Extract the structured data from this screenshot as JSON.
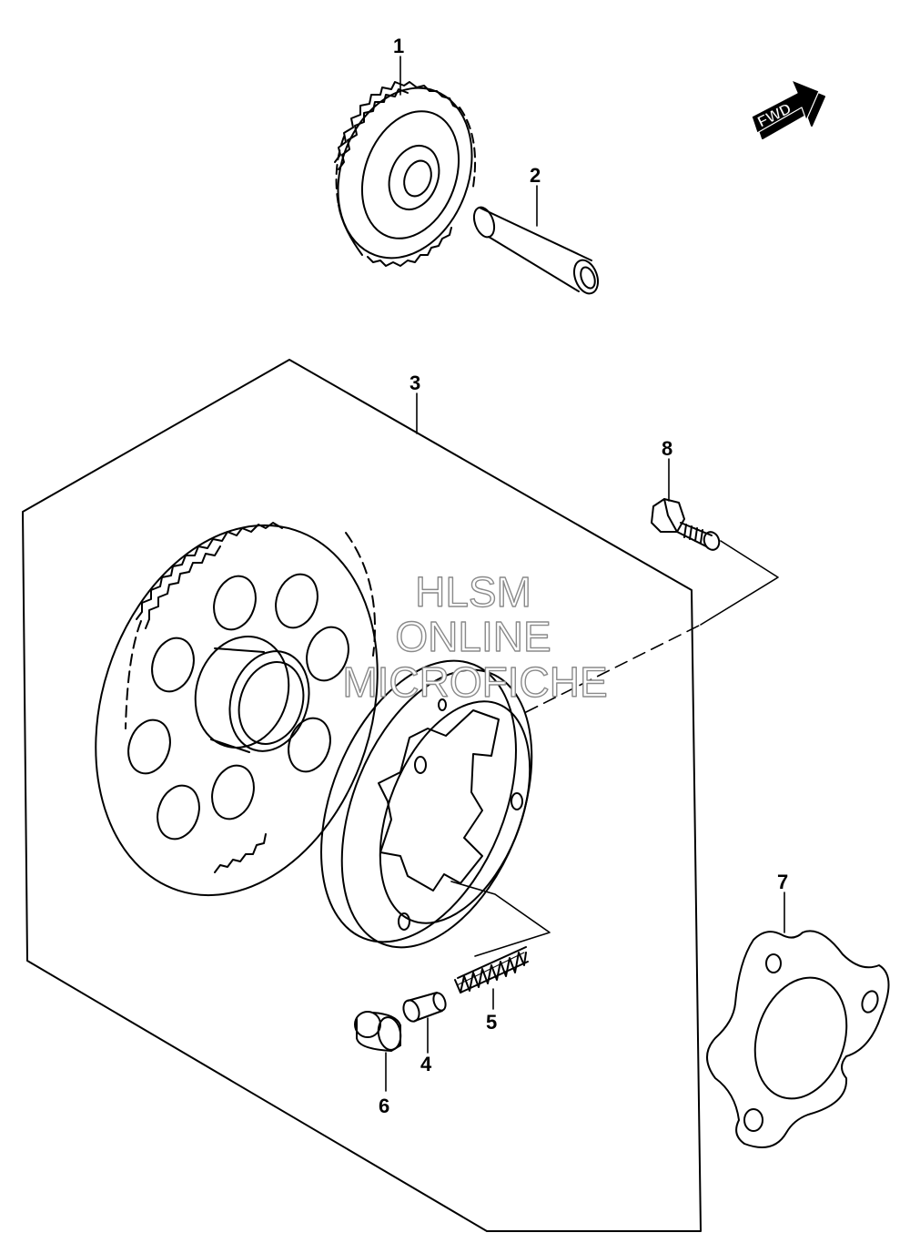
{
  "diagram": {
    "direction_badge": "FWD",
    "watermark": [
      "HLSM",
      "ONLINE",
      "MICROFICHE"
    ],
    "callouts": [
      {
        "id": "1",
        "label": "1",
        "part": "starter-idle-gear"
      },
      {
        "id": "2",
        "label": "2",
        "part": "idle-gear-shaft"
      },
      {
        "id": "3",
        "label": "3",
        "part": "starter-clutch-assembly"
      },
      {
        "id": "4",
        "label": "4",
        "part": "clutch-pin"
      },
      {
        "id": "5",
        "label": "5",
        "part": "clutch-spring"
      },
      {
        "id": "6",
        "label": "6",
        "part": "clutch-roller"
      },
      {
        "id": "7",
        "label": "7",
        "part": "clutch-washer-plate"
      },
      {
        "id": "8",
        "label": "8",
        "part": "clutch-bolt"
      }
    ]
  }
}
